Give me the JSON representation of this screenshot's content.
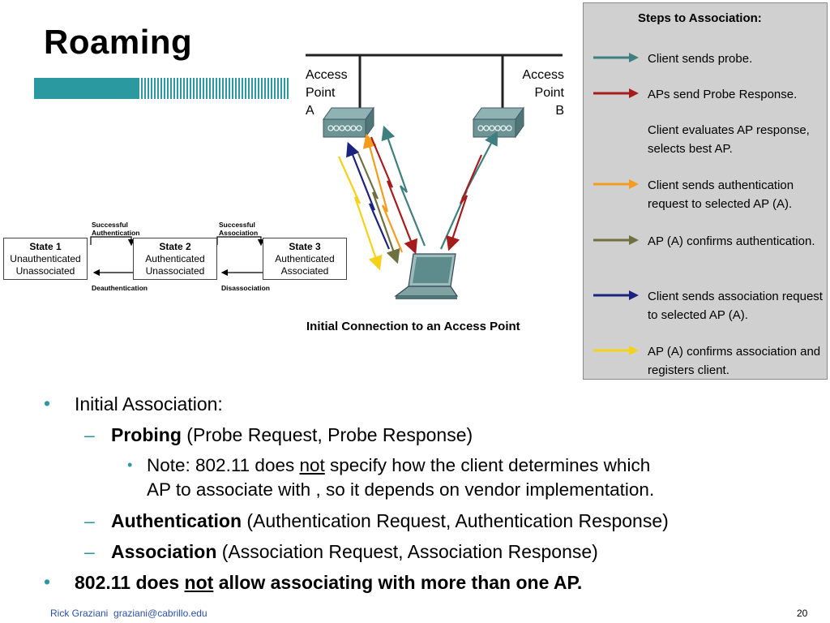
{
  "slide": {
    "title": "Roaming",
    "page_number": "20",
    "footer_author": "Rick Graziani",
    "footer_email": "graziani@cabrillo.edu"
  },
  "steps_panel": {
    "title": "Steps to Association:",
    "steps": [
      {
        "text": "Client sends probe.",
        "color": "#3f7f7f"
      },
      {
        "text": "APs send Probe Response.",
        "color": "#a51c1c"
      },
      {
        "text": "Client evaluates AP response, selects best AP.",
        "color": ""
      },
      {
        "text": "Client sends authentication request to selected AP (A).",
        "color": "#f59c1e"
      },
      {
        "text": "AP (A) confirms authentication.",
        "color": "#6e7040"
      },
      {
        "text": "Client sends association request to selected AP (A).",
        "color": "#1a237e"
      },
      {
        "text": "AP (A) confirms association and registers client.",
        "color": "#f4d21a"
      }
    ]
  },
  "network_diagram": {
    "ap_a_label_line1": "Access",
    "ap_a_label_line2": "Point",
    "ap_a_label_line3": "A",
    "ap_b_label_line1": "Access",
    "ap_b_label_line2": "Point",
    "ap_b_label_line3": "B",
    "caption": "Initial Connection to an Access Point",
    "icons": [
      "access-point-icon",
      "laptop-icon",
      "lightning-signal-icon"
    ]
  },
  "state_diagram": {
    "states": [
      {
        "title": "State 1",
        "line1": "Unauthenticated",
        "line2": "Unassociated"
      },
      {
        "title": "State 2",
        "line1": "Authenticated",
        "line2": "Unassociated"
      },
      {
        "title": "State 3",
        "line1": "Authenticated",
        "line2": "Associated"
      }
    ],
    "transitions_forward": [
      {
        "line1": "Successful",
        "line2": "Authentication"
      },
      {
        "line1": "Successful",
        "line2": "Association"
      }
    ],
    "transitions_back": [
      "Deauthentication",
      "Disassociation"
    ]
  },
  "bullets": {
    "l1_initial": "Initial Association:",
    "probing_bold": "Probing",
    "probing_rest": " (Probe Request, Probe Response)",
    "note_pre": "Note: 802.11 does ",
    "note_u": "not",
    "note_post": " specify how the client determines which",
    "note_line2": "AP to associate with , so it depends on vendor implementation.",
    "auth_bold": "Authentication",
    "auth_rest": " (Authentication Request, Authentication Response)",
    "assoc_bold": "Association",
    "assoc_rest": " (Association Request, Association Response)",
    "last_pre": "802.11 does ",
    "last_u": "not",
    "last_post": " allow associating with more than one AP."
  },
  "colors": {
    "bullet": "#2a9aa0",
    "title_bar": "#2a9aa0",
    "footer_text": "#2a4ea8",
    "panel_bg": "#d0d0d0"
  }
}
